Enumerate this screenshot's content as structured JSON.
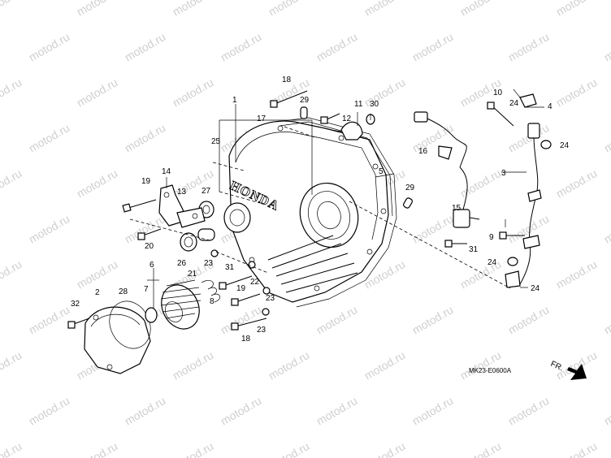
{
  "watermark": "motod.ru",
  "diagram_code": "MK23-E0600A",
  "fr_label": "FR.",
  "logo_text": "HONDA",
  "callouts": {
    "c1": "1",
    "c2": "2",
    "c3": "3",
    "c4": "4",
    "c5": "5",
    "c6": "6",
    "c7": "7",
    "c8": "8",
    "c9": "9",
    "c10": "10",
    "c11": "11",
    "c12": "12",
    "c13": "13",
    "c14": "14",
    "c15": "15",
    "c16": "16",
    "c17": "17",
    "c18": "18",
    "c19": "19",
    "c20": "20",
    "c21": "21",
    "c22": "22",
    "c23": "23",
    "c24": "24",
    "c25": "25",
    "c26": "26",
    "c27": "27",
    "c28": "28",
    "c29": "29",
    "c30": "30",
    "c31": "31",
    "c32": "32"
  }
}
